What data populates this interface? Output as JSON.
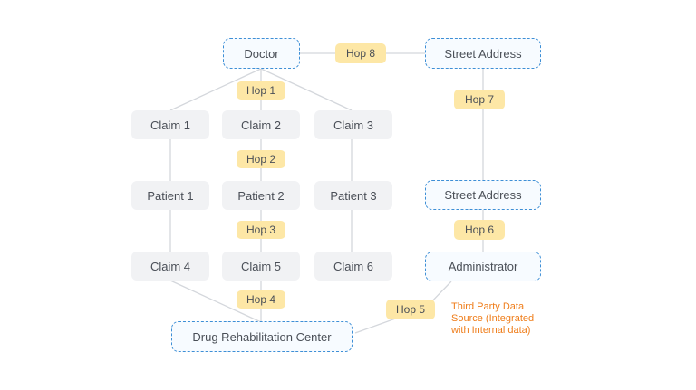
{
  "nodes": {
    "doctor": "Doctor",
    "street_address_top": "Street Address",
    "street_address_mid": "Street Address",
    "administrator": "Administrator",
    "claim_1": "Claim 1",
    "claim_2": "Claim 2",
    "claim_3": "Claim 3",
    "patient_1": "Patient 1",
    "patient_2": "Patient 2",
    "patient_3": "Patient 3",
    "claim_4": "Claim 4",
    "claim_5": "Claim 5",
    "claim_6": "Claim 6",
    "rehab_center": "Drug Rehabilitation Center"
  },
  "hops": {
    "hop_1": "Hop 1",
    "hop_2": "Hop 2",
    "hop_3": "Hop 3",
    "hop_4": "Hop 4",
    "hop_5": "Hop 5",
    "hop_6": "Hop 6",
    "hop_7": "Hop 7",
    "hop_8": "Hop 8"
  },
  "note": {
    "line_1": "Third Party Data",
    "line_2": "Source (Integrated",
    "line_3": "with Internal data)"
  },
  "colors": {
    "dashed_border": "#3e8fd6",
    "hop_fill": "#fde7a6",
    "gray_fill": "#f1f2f4",
    "note_text": "#ef7d1a",
    "connector": "#d4d7dc"
  }
}
